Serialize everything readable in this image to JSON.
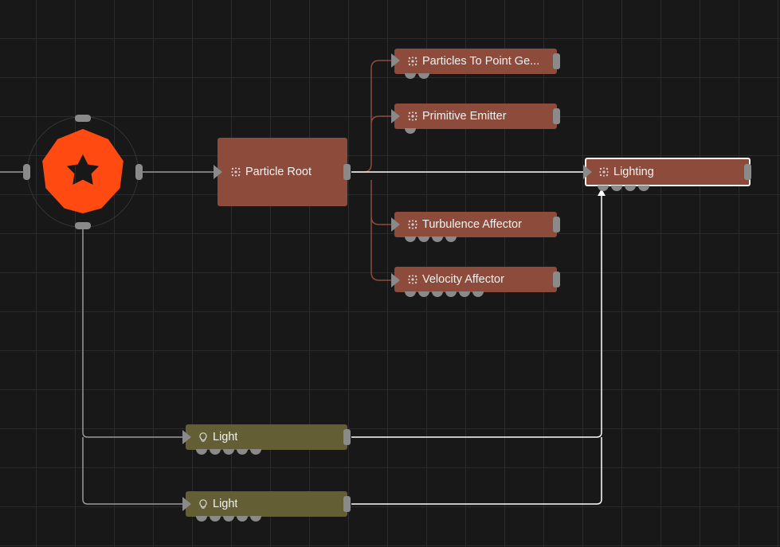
{
  "graph": {
    "scene_root": {
      "icon": "gear-logo-icon"
    },
    "nodes": {
      "particle_root": {
        "label": "Particle Root",
        "icon": "particle-icon"
      },
      "particles_to_point": {
        "label": "Particles To Point Ge...",
        "icon": "particle-icon"
      },
      "primitive_emitter": {
        "label": "Primitive Emitter",
        "icon": "particle-icon"
      },
      "lighting": {
        "label": "Lighting",
        "icon": "particle-icon"
      },
      "turbulence_affector": {
        "label": "Turbulence Affector",
        "icon": "particle-icon"
      },
      "velocity_affector": {
        "label": "Velocity Affector",
        "icon": "particle-icon"
      },
      "light_1": {
        "label": "Light",
        "icon": "bulb-icon"
      },
      "light_2": {
        "label": "Light",
        "icon": "bulb-icon"
      }
    },
    "colors": {
      "background": "#181818",
      "grid": "#2b2b2b",
      "particle_node": "#8d4b3b",
      "light_node": "#635e34",
      "brand_logo": "#ff4a12",
      "wire_default": "#9a9a9a",
      "wire_particle": "#8d4b3b",
      "wire_active": "#ffffff"
    }
  }
}
